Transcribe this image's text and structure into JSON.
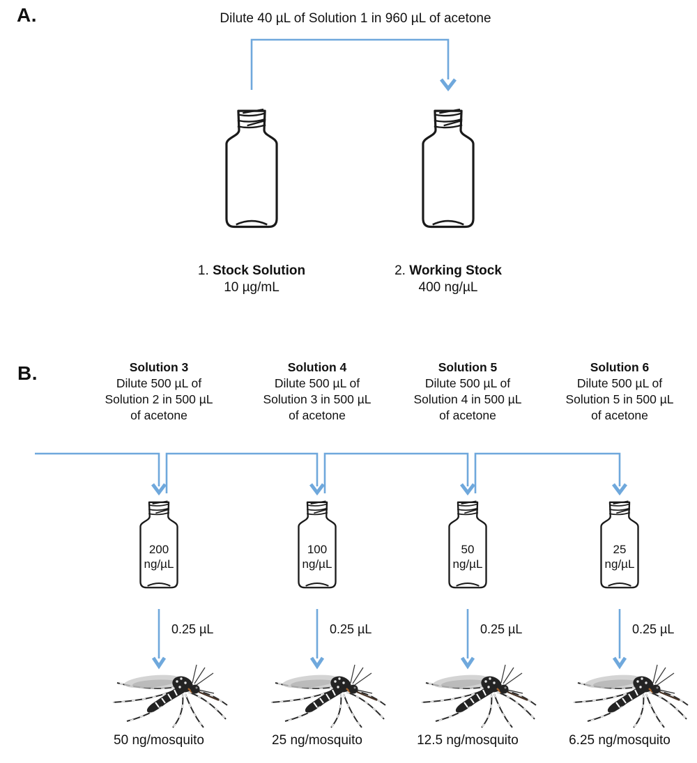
{
  "colors": {
    "arrow_blue": "#6fa8dc",
    "bottle_outline": "#1a1a1a"
  },
  "panel_a": {
    "label": "A.",
    "instruction": "Dilute 40 µL of Solution 1 in 960 µL of acetone",
    "bottles": [
      {
        "number": "1.",
        "name": "Stock Solution",
        "concentration": "10 µg/mL"
      },
      {
        "number": "2.",
        "name": "Working Stock",
        "concentration": "400 ng/µL"
      }
    ]
  },
  "panel_b": {
    "label": "B.",
    "columns": [
      {
        "title": "Solution 3",
        "lines": [
          "Dilute 500 µL of",
          "Solution 2 in 500 µL",
          "of acetone"
        ],
        "conc_value": "200",
        "conc_unit": "ng/µL",
        "transfer_volume": "0.25 µL",
        "dose": "50 ng/mosquito"
      },
      {
        "title": "Solution 4",
        "lines": [
          "Dilute 500 µL of",
          "Solution 3 in 500 µL",
          "of acetone"
        ],
        "conc_value": "100",
        "conc_unit": "ng/µL",
        "transfer_volume": "0.25 µL",
        "dose": "25 ng/mosquito"
      },
      {
        "title": "Solution 5",
        "lines": [
          "Dilute 500 µL of",
          "Solution 4 in 500 µL",
          "of acetone"
        ],
        "conc_value": "50",
        "conc_unit": "ng/µL",
        "transfer_volume": "0.25 µL",
        "dose": "12.5 ng/mosquito"
      },
      {
        "title": "Solution 6",
        "lines": [
          "Dilute 500 µL of",
          "Solution 5 in 500 µL",
          "of acetone"
        ],
        "conc_value": "25",
        "conc_unit": "ng/µL",
        "transfer_volume": "0.25 µL",
        "dose": "6.25 ng/mosquito"
      }
    ]
  }
}
